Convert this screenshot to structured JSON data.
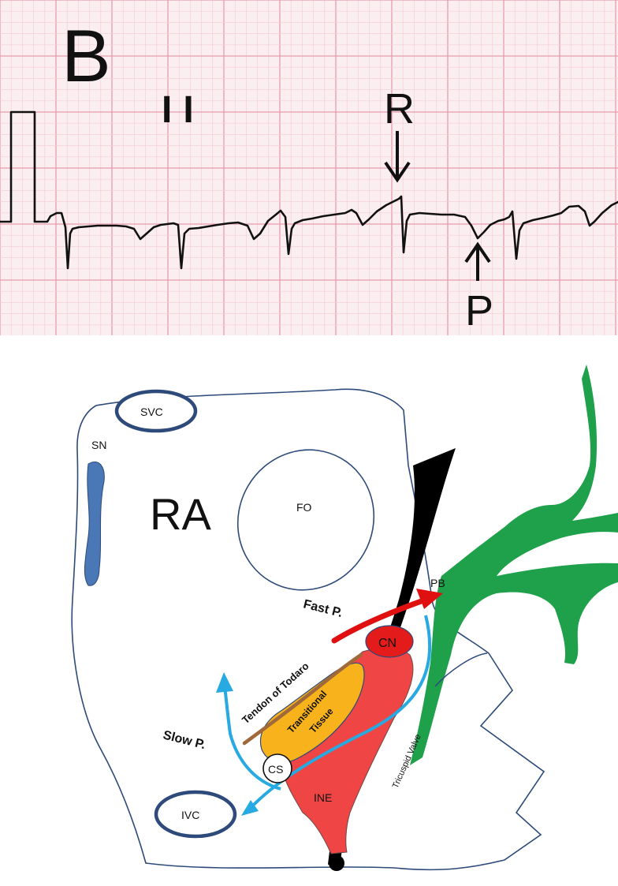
{
  "ecg": {
    "panel_label": "B",
    "lead_label": "II",
    "r_marker": "R",
    "p_marker": "P",
    "colors": {
      "grid_minor": "#f3cfd7",
      "grid_major": "#e79aab",
      "background": "#fbeef1",
      "trace": "#111111"
    }
  },
  "anatomy": {
    "labels": {
      "svc": "SVC",
      "sn": "SN",
      "ra": "RA",
      "fo": "FO",
      "pb": "PB",
      "fast_pathway": "Fast P.",
      "cn": "CN",
      "tendon": "Tendon of Todaro",
      "transitional_line1": "Transitional",
      "transitional_line2": "Tissue",
      "slow_pathway": "Slow P.",
      "cs": "CS",
      "ine": "INE",
      "tricuspid_valve": "Tricuspid Valve",
      "ivc": "IVC"
    },
    "colors": {
      "vessel_outline": "#2d4a7a",
      "sinus_node": "#4a77b5",
      "his_bundle": "#1fa04a",
      "tricuspid_ring": "#000000",
      "compact_node": "#e31b1b",
      "inferior_extension": "#ef4545",
      "transitional_tissue": "#f7b21c",
      "tendon_of_todaro": "#a0693a",
      "fast_pathway_arrow": "#e01010",
      "slow_pathway_arrow": "#27a9e1"
    }
  }
}
